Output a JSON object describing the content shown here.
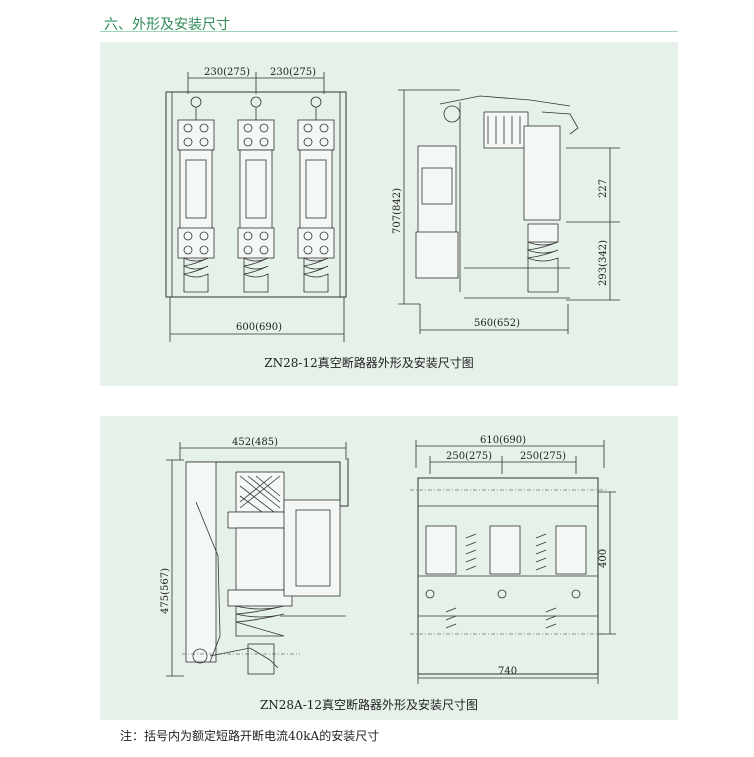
{
  "section_title": "六、外形及安装尺寸",
  "figure1": {
    "caption": "ZN28-12真空断路器外形及安装尺寸图",
    "dims": {
      "top_left": "230(275)",
      "top_right": "230(275)",
      "height": "707(842)",
      "upper": "227",
      "lower": "293(342)",
      "front_width": "600(690)",
      "side_width": "560(652)"
    }
  },
  "figure2": {
    "caption": "ZN28A-12真空断路器外形及安装尺寸图",
    "dims": {
      "side_top": "452(485)",
      "side_height": "475(567)",
      "front_top": "610(690)",
      "spacing_left": "250(275)",
      "spacing_right": "250(275)",
      "front_height": "400",
      "front_bottom": "740"
    }
  },
  "note": "注：括号内为额定短路开断电流40kA的安装尺寸"
}
